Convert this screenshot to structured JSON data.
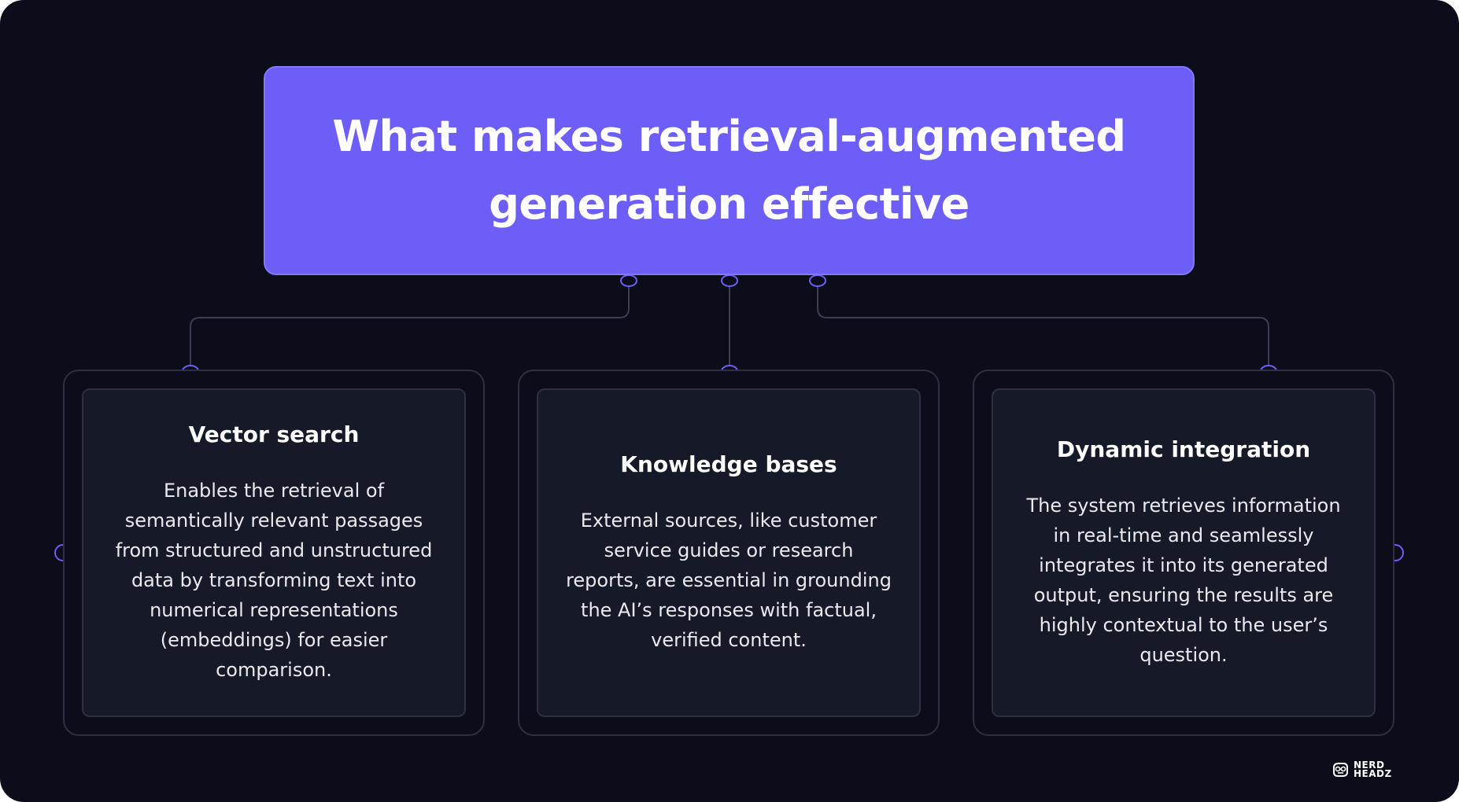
{
  "title": {
    "line1": "What makes retrieval-augmented",
    "line2": "generation effective"
  },
  "cards": [
    {
      "heading": "Vector search",
      "body": "Enables the retrieval of semantically relevant passages from structured and unstructured data by transforming text into numerical representations (embeddings) for easier comparison."
    },
    {
      "heading": "Knowledge bases",
      "body": "External sources, like customer service guides or research reports, are essential in grounding the AI’s responses with factual, verified content."
    },
    {
      "heading": "Dynamic integration",
      "body": "The system retrieves information in real-time and seamlessly integrates it into its generated output, ensuring the results are highly contextual to the user’s question."
    }
  ],
  "logo": {
    "line1": "NERD",
    "line2": "HEADZ"
  },
  "colors": {
    "background": "#0b0e1a",
    "accent": "#6c5ef6",
    "card": "#161a28",
    "border": "#2c3040",
    "connector": "#3a3f52",
    "node": "#6c5ef6"
  }
}
